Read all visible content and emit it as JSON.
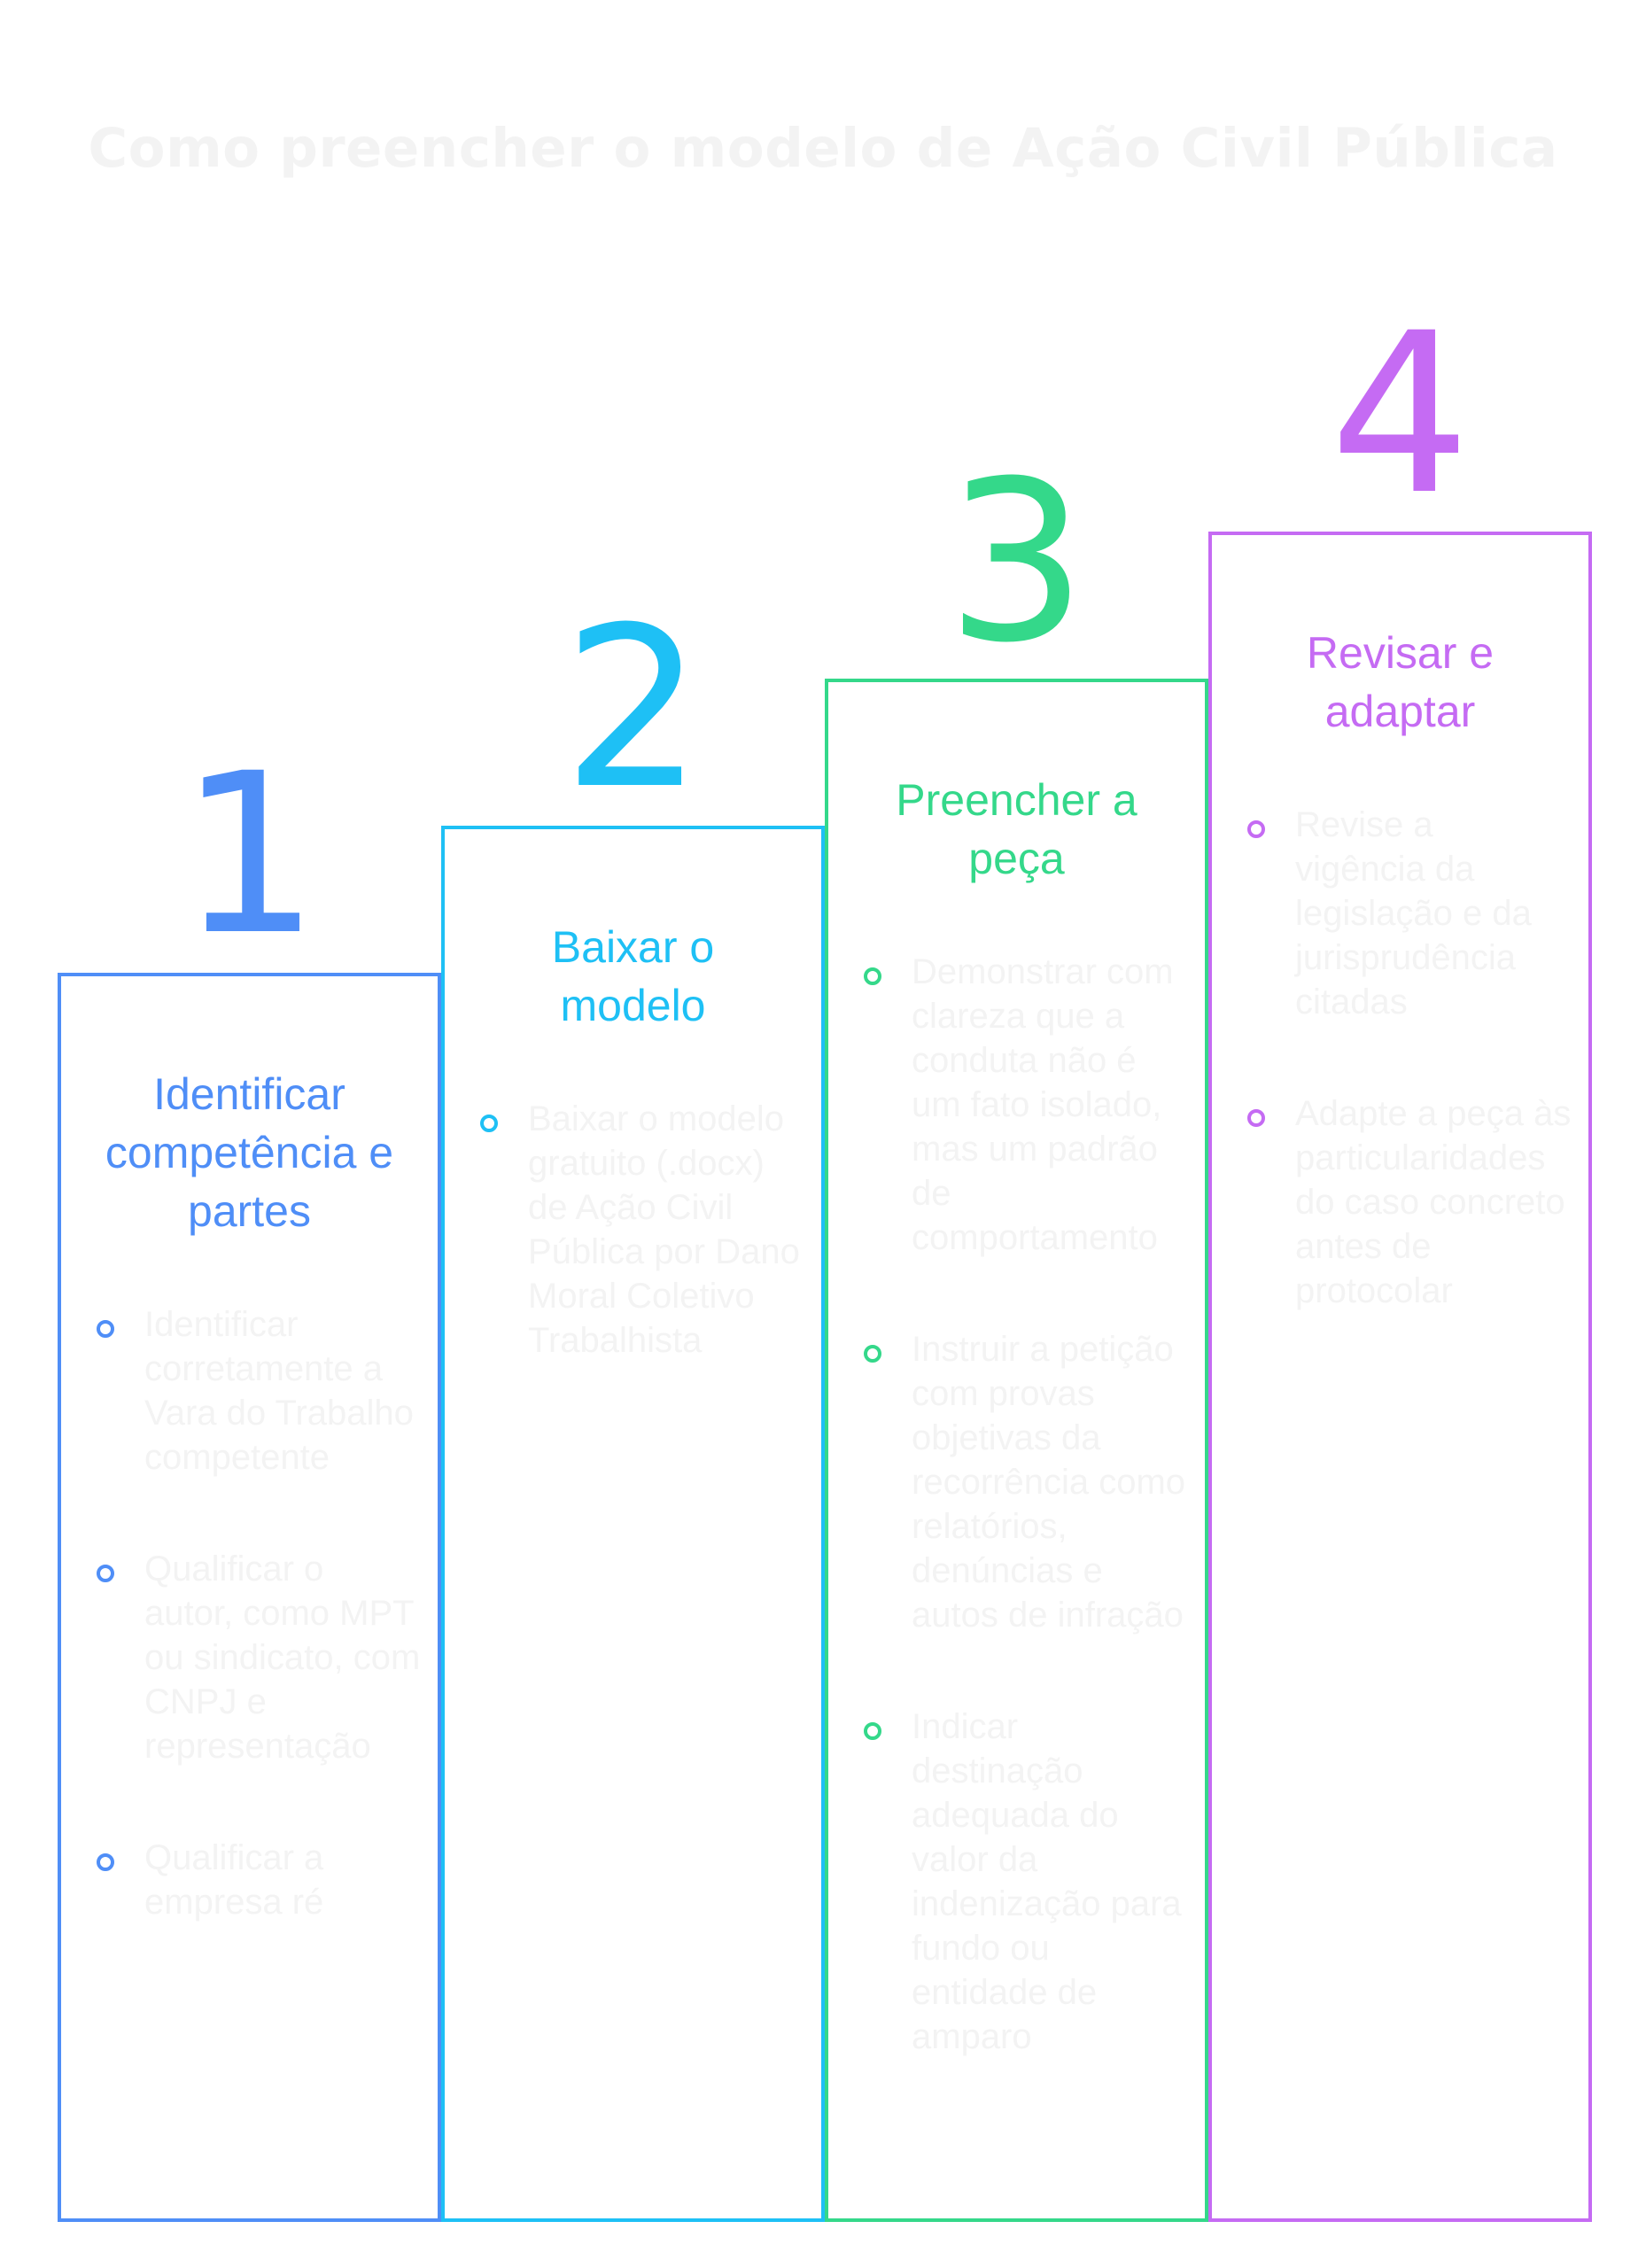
{
  "title": "Como preencher o modelo de Ação Civil Pública",
  "colors": {
    "step1": "#4f8ef7",
    "step2": "#1ec0f5",
    "step3": "#34d88a",
    "step4": "#c56bf3",
    "faint_text": "#f3f3f3"
  },
  "steps": [
    {
      "number": "1",
      "heading": "Identificar competência e partes",
      "bullets": [
        "Identificar corretamente a Vara do Trabalho competente",
        "Qualificar o autor, como MPT ou sindicato, com CNPJ e representação",
        "Qualificar a empresa ré"
      ]
    },
    {
      "number": "2",
      "heading": "Baixar o modelo",
      "bullets": [
        "Baixar o modelo gratuito (.docx) de Ação Civil Pública por Dano Moral Coletivo Trabalhista"
      ]
    },
    {
      "number": "3",
      "heading": "Preencher a peça",
      "bullets": [
        "Demonstrar com clareza que a conduta não é um fato isolado, mas um padrão de comportamento",
        "Instruir a petição com provas objetivas da recorrência como relatórios, denúncias e autos de infração",
        "Indicar destinação adequada do valor da indenização para fundo ou entidade de amparo"
      ]
    },
    {
      "number": "4",
      "heading": "Revisar e adaptar",
      "bullets": [
        "Revise a vigência da legislação e da jurisprudência citadas",
        "Adapte a peça às particularidades do caso concreto antes de protocolar"
      ]
    }
  ]
}
